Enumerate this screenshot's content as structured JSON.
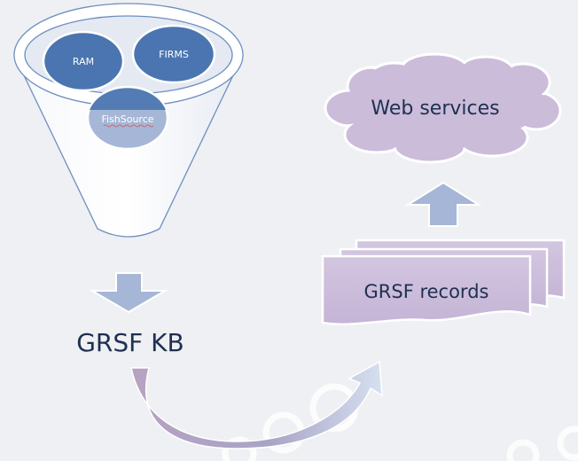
{
  "funnel": {
    "sources": [
      {
        "label": "RAM"
      },
      {
        "label": "FIRMS"
      },
      {
        "label": "FishSource"
      }
    ]
  },
  "knowledge_base": {
    "label": "GRSF KB"
  },
  "records": {
    "label": "GRSF records"
  },
  "web_services": {
    "label": "Web services"
  },
  "colors": {
    "background": "#eef0f3",
    "source_blue": "#4a75b0",
    "funnel_outline": "#6f8fbf",
    "arrow_fill": "#a6b6d6",
    "lilac": "#cbbcda",
    "text_dark": "#1f3050"
  }
}
